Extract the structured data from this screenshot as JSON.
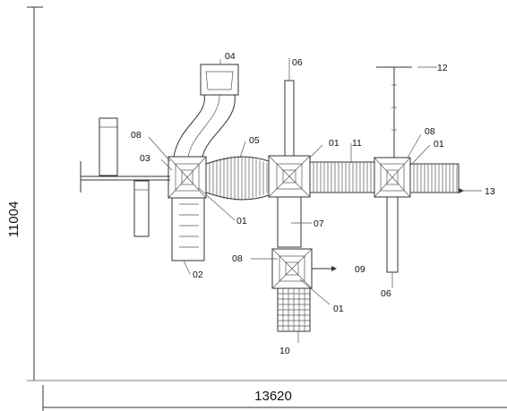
{
  "dimensions": {
    "width": "13620",
    "height": "11004"
  },
  "callouts": {
    "c01a": "01",
    "c01b": "01",
    "c01c": "01",
    "c01d": "01",
    "c02": "02",
    "c03": "03",
    "c04": "04",
    "c05": "05",
    "c06a": "06",
    "c06b": "06",
    "c07": "07",
    "c08a": "08",
    "c08b": "08",
    "c08c": "08",
    "c09": "09",
    "c10": "10",
    "c11": "11",
    "c12": "12",
    "c13": "13"
  },
  "colors": {
    "line": "#333333",
    "background": "#ffffff"
  }
}
